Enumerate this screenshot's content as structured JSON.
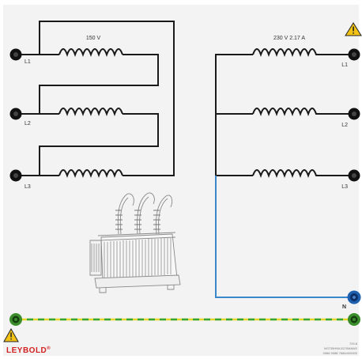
{
  "panel": {
    "primary_rating": "150 V",
    "secondary_rating": "230 V 2.17 A",
    "brand": "LEYBOLD",
    "brand_mark": "®",
    "catalog_line_1": "729.8",
    "catalog_line_2": "M2735HWL5270MAW2",
    "catalog_line_3": "0066 0088 768440/0000"
  },
  "terminals_left": [
    {
      "label": "L1"
    },
    {
      "label": "L2"
    },
    {
      "label": "L3"
    }
  ],
  "terminals_right": [
    {
      "label": "L1"
    },
    {
      "label": "L2"
    },
    {
      "label": "L3"
    },
    {
      "label": "N"
    }
  ],
  "colors": {
    "background": "#f3f3f3",
    "wire": "#1a1a1a",
    "neutral_wire": "#3a86c8",
    "neutral_terminal": "#1f5fb0",
    "earth_terminal": "#3a8d2a",
    "earth_dash_green": "#34a534",
    "earth_dash_yellow": "#e6d52a",
    "warning_yellow": "#f2c315",
    "brand_red": "#d21f1f"
  },
  "icons": {
    "warning": "warning-triangle-icon",
    "transformer": "transformer-illustration"
  }
}
